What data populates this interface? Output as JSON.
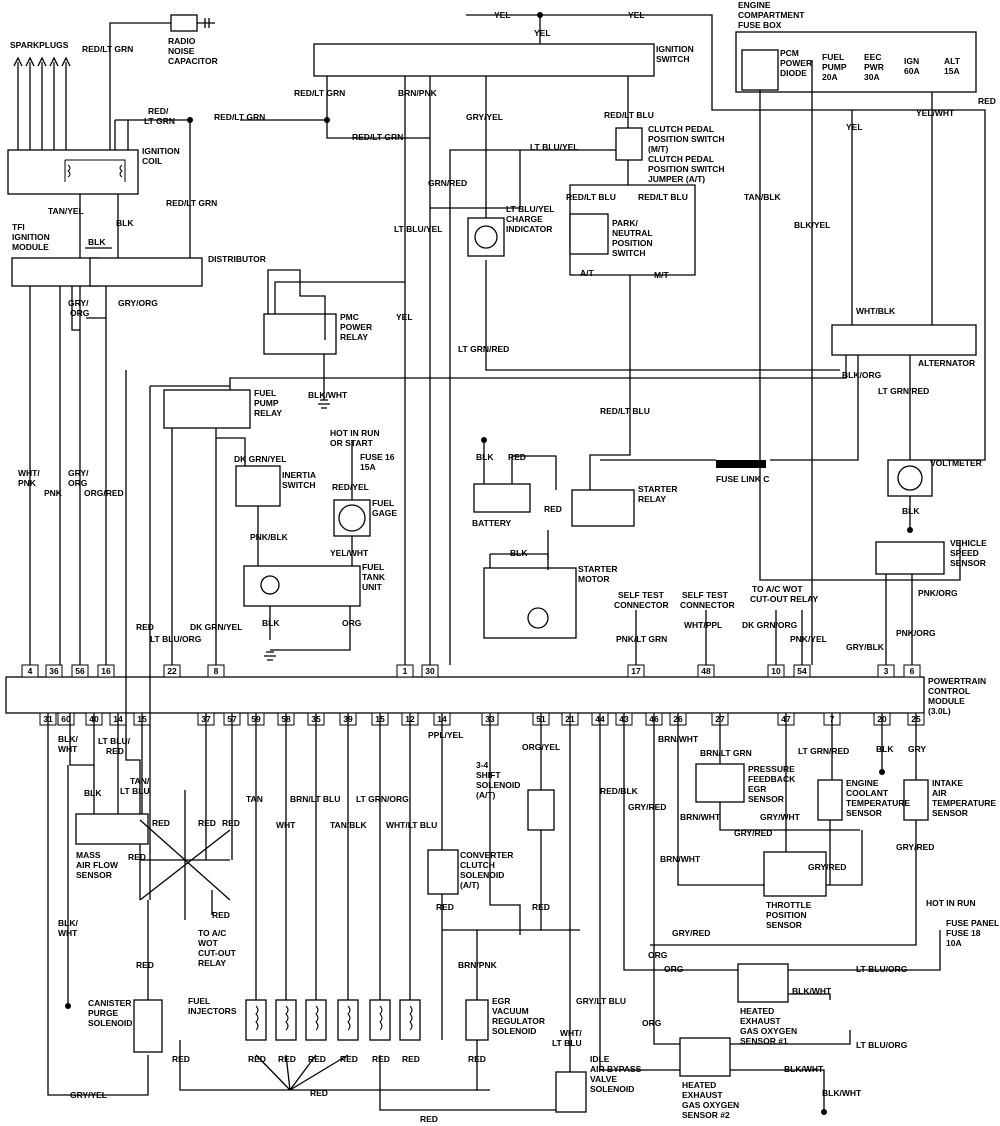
{
  "labels": {
    "sparkplugs": "SPARKPLUGS",
    "red_lt_grn": "RED/LT GRN",
    "radio_noise_cap": "RADIO",
    "radio_noise_cap2": "NOISE",
    "radio_noise_cap3": "CAPACITOR",
    "ignition_coil": "IGNITION",
    "ignition_coil2": "COIL",
    "red_slash": "RED/",
    "lt_grn": "LT GRN",
    "tan_yel": "TAN/YEL",
    "blk": "BLK",
    "tfi1": "TFI",
    "tfi2": "IGNITION",
    "tfi3": "MODULE",
    "distributor": "DISTRIBUTOR",
    "gry_org": "GRY/ORG",
    "gry_slash": "GRY/",
    "org": "ORG",
    "yel": "YEL",
    "ignition_switch": "IGNITION",
    "ignition_switch2": "SWITCH",
    "brn_pnk": "BRN/PNK",
    "gry_yel": "GRY/YEL",
    "red_lt_blu": "RED/LT BLU",
    "clutch1": "CLUTCH PEDAL",
    "clutch2": "POSITION SWITCH",
    "clutch3": "(M/T)",
    "clutch4": "CLUTCH PEDAL",
    "clutch5": "POSITION SWITCH",
    "clutch6": "JUMPER (A/T)",
    "lt_blu_yel": "LT BLU/YEL",
    "grn_red": "GRN/RED",
    "charge1": "CHARGE",
    "charge2": "INDICATOR",
    "park1": "PARK/",
    "park2": "NEUTRAL",
    "park3": "POSITION",
    "park4": "SWITCH",
    "at": "A/T",
    "mt": "M/T",
    "ecfb1": "ENGINE",
    "ecfb2": "COMPARTMENT",
    "ecfb3": "FUSE BOX",
    "pcm_diode1": "PCM",
    "pcm_diode2": "POWER",
    "pcm_diode3": "DIODE",
    "fuel_pump_fuse1": "FUEL",
    "fuel_pump_fuse2": "PUMP",
    "fuel_pump_fuse3": "20A",
    "eec_fuse1": "EEC",
    "eec_fuse2": "PWR",
    "eec_fuse3": "30A",
    "ign_fuse1": "IGN",
    "ign_fuse2": "60A",
    "alt_fuse1": "ALT",
    "alt_fuse2": "15A",
    "red": "RED",
    "yel_wht": "YEL/WHT",
    "tan_blk": "TAN/BLK",
    "blk_yel": "BLK/YEL",
    "pmc1": "PMC",
    "pmc2": "POWER",
    "pmc3": "RELAY",
    "lt_grn_red": "LT GRN/RED",
    "wht_blk": "WHT/BLK",
    "alternator": "ALTERNATOR",
    "blk_org": "BLK/ORG",
    "blk_wht": "BLK/WHT",
    "fuel_pump_relay1": "FUEL",
    "fuel_pump_relay2": "PUMP",
    "fuel_pump_relay3": "RELAY",
    "hot1": "HOT IN RUN",
    "hot2": "OR START",
    "fuse16_1": "FUSE 16",
    "fuse16_2": "15A",
    "dk_grn_yel": "DK GRN/YEL",
    "inertia1": "INERTIA",
    "inertia2": "SWITCH",
    "red_yel": "RED/YEL",
    "fuel_gage1": "FUEL",
    "fuel_gage2": "GAGE",
    "pnk_blk": "PNK/BLK",
    "fuel_tank1": "FUEL",
    "fuel_tank2": "TANK",
    "fuel_tank3": "UNIT",
    "battery": "BATTERY",
    "starter_relay1": "STARTER",
    "starter_relay2": "RELAY",
    "fuse_link": "FUSE LINK C",
    "voltmeter": "VOLTMETER",
    "starter_motor1": "STARTER",
    "starter_motor2": "MOTOR",
    "self_test1": "SELF TEST",
    "self_test2": "CONNECTOR",
    "to_ac1": "TO A/C WOT",
    "to_ac2": "CUT-OUT RELAY",
    "vss1": "VEHICLE",
    "vss2": "SPEED",
    "vss3": "SENSOR",
    "pnk_org": "PNK/ORG",
    "wht_pnk1": "WHT/",
    "wht_pnk2": "PNK",
    "pnk": "PNK",
    "org_red": "ORG/RED",
    "lt_blu_org": "LT BLU/ORG",
    "dk_grn_org": "DK GRN/ORG",
    "pnk_yel": "PNK/YEL",
    "pnk_lt_grn": "PNK/LT GRN",
    "wht_ppl": "WHT/PPL",
    "gry_blk": "GRY/BLK",
    "pcm1": "POWERTRAIN",
    "pcm2": "CONTROL",
    "pcm3": "MODULE",
    "pcm4": "(3.0L)",
    "blk_wht_slash": "BLK/",
    "wht": "WHT",
    "lt_blu_slash": "LT BLU/",
    "tan_slash": "TAN/",
    "lt_blu": "LT BLU",
    "maf1": "MASS",
    "maf2": "AIR FLOW",
    "maf3": "SENSOR",
    "tan": "TAN",
    "brn_lt_blu": "BRN/LT BLU",
    "lt_grn_org": "LT GRN/ORG",
    "wht_lt_blu": "WHT/LT BLU",
    "ppl_yel": "PPL/YEL",
    "shift1": "3-4",
    "shift2": "SHIFT",
    "shift3": "SOLENOID",
    "shift4": "(A/T)",
    "org_yel": "ORG/YEL",
    "red_blk": "RED/BLK",
    "gry_red": "GRY/RED",
    "brn_wht": "BRN/WHT",
    "brn_lt_grn": "BRN/LT GRN",
    "pfe1": "PRESSURE",
    "pfe2": "FEEDBACK",
    "pfe3": "EGR",
    "pfe4": "SENSOR",
    "gry_wht": "GRY/WHT",
    "gry": "GRY",
    "ect1": "ENGINE",
    "ect2": "COOLANT",
    "ect3": "TEMPERATURE",
    "ect4": "SENSOR",
    "iat1": "INTAKE",
    "iat2": "AIR",
    "iat3": "TEMPERATURE",
    "iat4": "SENSOR",
    "ccs1": "CONVERTER",
    "ccs2": "CLUTCH",
    "ccs3": "SOLENOID",
    "ccs4": "(A/T)",
    "tps1": "THROTTLE",
    "tps2": "POSITION",
    "tps3": "SENSOR",
    "to_ac_wot1": "TO A/C",
    "to_ac_wot2": "WOT",
    "to_ac_wot3": "CUT-OUT",
    "to_ac_wot4": "RELAY",
    "hot_run": "HOT IN RUN",
    "fp18_1": "FUSE PANEL",
    "fp18_2": "FUSE 18",
    "fp18_3": "10A",
    "canister1": "CANISTER",
    "canister2": "PURGE",
    "canister3": "SOLENOID",
    "fuel_inj1": "FUEL",
    "fuel_inj2": "INJECTORS",
    "egr_vr1": "EGR",
    "egr_vr2": "VACUUM",
    "egr_vr3": "REGULATOR",
    "egr_vr4": "SOLENOID",
    "gry_lt_blu": "GRY/LT BLU",
    "heg1_1": "HEATED",
    "heg1_2": "EXHAUST",
    "heg1_3": "GAS OXYGEN",
    "heg1_4": "SENSOR #1",
    "heg2_1": "HEATED",
    "heg2_2": "EXHAUST",
    "heg2_3": "GAS OXYGEN",
    "heg2_4": "SENSOR #2",
    "wht_lt_blu_slash": "WHT/",
    "iab1": "IDLE",
    "iab2": "AIR BYPASS",
    "iab3": "VALVE",
    "iab4": "SOLENOID"
  },
  "pins_top": [
    "4",
    "36",
    "56",
    "16",
    "22",
    "8",
    "1",
    "30",
    "17",
    "48",
    "10",
    "54",
    "3",
    "6"
  ],
  "pins_bottom": [
    "31",
    "60",
    "40",
    "14",
    "15",
    "37",
    "57",
    "59",
    "58",
    "35",
    "39",
    "15",
    "12",
    "14",
    "33",
    "51",
    "21",
    "44",
    "43",
    "46",
    "26",
    "27",
    "47",
    "7",
    "20",
    "25"
  ]
}
